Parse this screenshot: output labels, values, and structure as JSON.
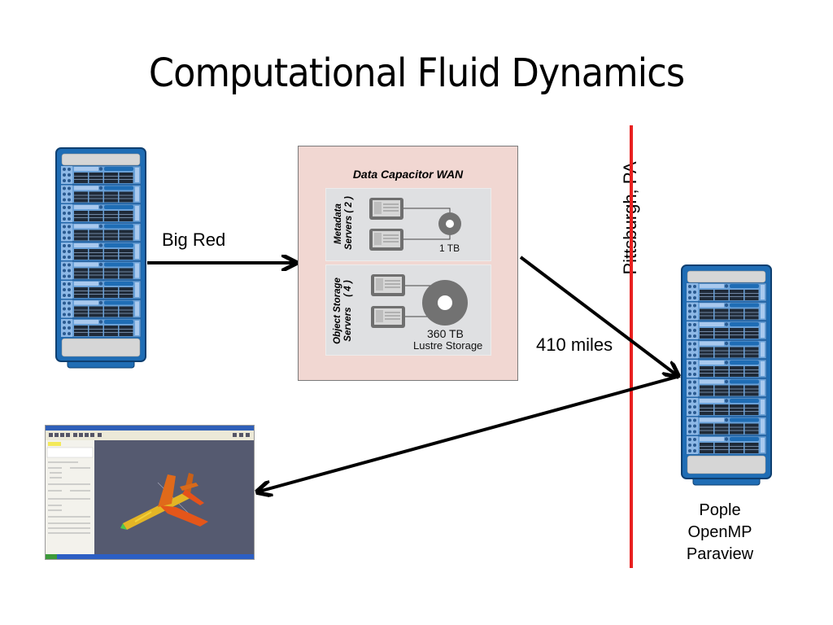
{
  "slide": {
    "title": "Computational Fluid Dynamics"
  },
  "source": {
    "label": "Big Red"
  },
  "data_capacitor": {
    "title": "Data Capacitor WAN",
    "metadata": {
      "line1": "Metadata",
      "line2": "Servers ( 2 )",
      "capacity": "1 TB"
    },
    "object_storage": {
      "line1": "Object Storage",
      "line2": "Servers    ( 4 )",
      "capacity": "360 TB",
      "storage_type": "Lustre Storage"
    }
  },
  "link": {
    "distance": "410 miles"
  },
  "boundary": {
    "location": "Pittsburgh, PA",
    "color": "#e8201f"
  },
  "destination": {
    "lines": [
      "Pople",
      "OpenMP",
      "Paraview"
    ]
  },
  "colors": {
    "rack_blue": "#1f6db5",
    "rack_light": "#6aa1d8",
    "dc_background": "#f1d7d2",
    "panel": "#dfe0e2",
    "viewport": "#555a70"
  }
}
